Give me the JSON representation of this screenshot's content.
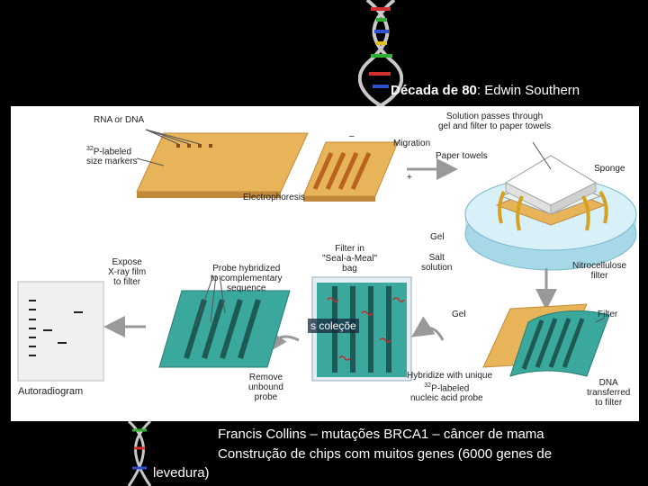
{
  "heading": {
    "bold": "Década de 80",
    "rest": ": Edwin Southern"
  },
  "overlay_text": "s coleçõe",
  "labels": {
    "rna_dna": "RNA or DNA",
    "size_markers_sup": "32",
    "size_markers": "P-labeled\nsize markers",
    "electrophoresis": "Electrophoresis",
    "migration": "Migration",
    "minus": "–",
    "plus": "+",
    "solution": "Solution passes through\ngel and filter to paper towels",
    "paper_towels": "Paper towels",
    "sponge": "Sponge",
    "gel_right": "Gel",
    "salt_solution": "Salt\nsolution",
    "nitrocellulose": "Nitrocellulose\nfilter",
    "filter_in": "Filter in\n\"Seal-a-Meal\"\nbag",
    "expose": "Expose\nX-ray film\nto filter",
    "probe_hybridized": "Probe hybridized\nto complementary\nsequence",
    "gel_lower": "Gel",
    "filter_lower": "Filter",
    "autoradiogram": "Autoradiogram",
    "remove_probe": "Remove\nunbound\nprobe",
    "hybridize": "Hybridize with unique",
    "hybridize2_sup": "32",
    "hybridize2": "P-labeled\nnucleic acid probe",
    "dna_transferred": "DNA\ntransferred\nto filter"
  },
  "bottom": {
    "line1": "Francis Collins – mutações BRCA1 – câncer de mama",
    "line2": "Construção de chips com muitos genes (6000 genes  de",
    "line3": "levedura)"
  },
  "colors": {
    "gel": "#e8b45a",
    "gel_band": "#b8641e",
    "filter": "#3aa89c",
    "filter_band": "#1e5a55",
    "dish": "#bfe6f2"
  }
}
